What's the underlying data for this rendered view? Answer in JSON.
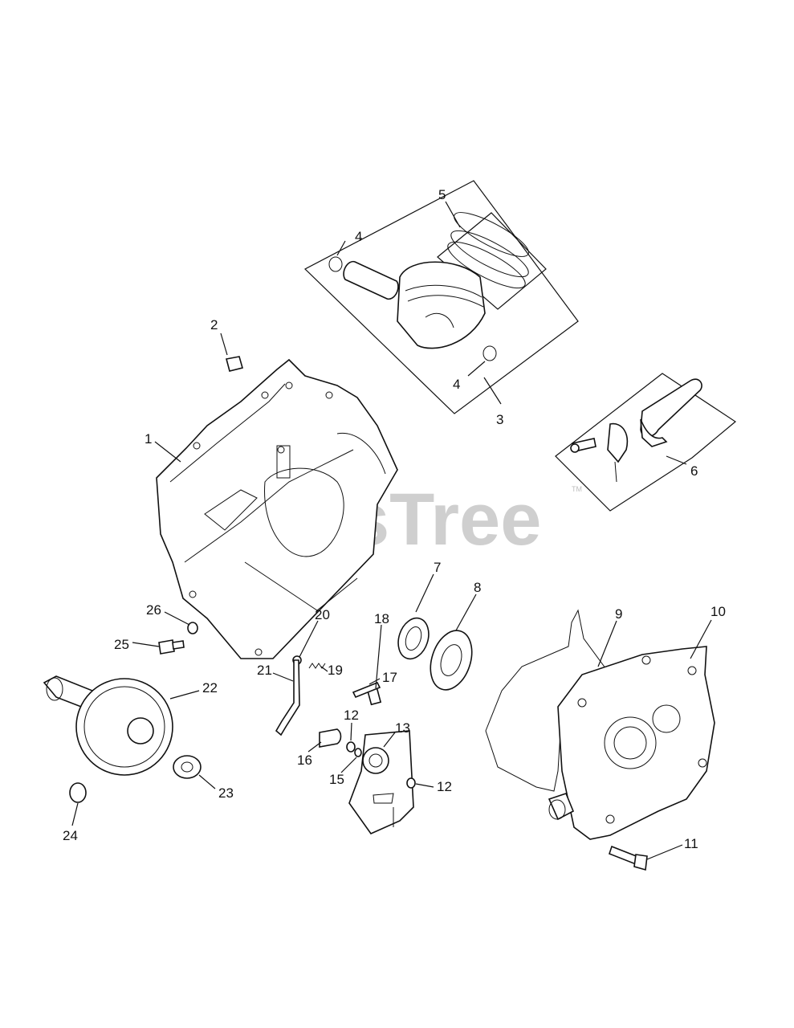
{
  "watermark": {
    "text": "PartsTree",
    "mark": "TM"
  },
  "callouts": [
    "1",
    "2",
    "3",
    "4",
    "4",
    "5",
    "6",
    "7",
    "8",
    "9",
    "10",
    "11",
    "12",
    "12",
    "13",
    "15",
    "16",
    "17",
    "18",
    "19",
    "20",
    "21",
    "22",
    "23",
    "24",
    "25",
    "26"
  ]
}
